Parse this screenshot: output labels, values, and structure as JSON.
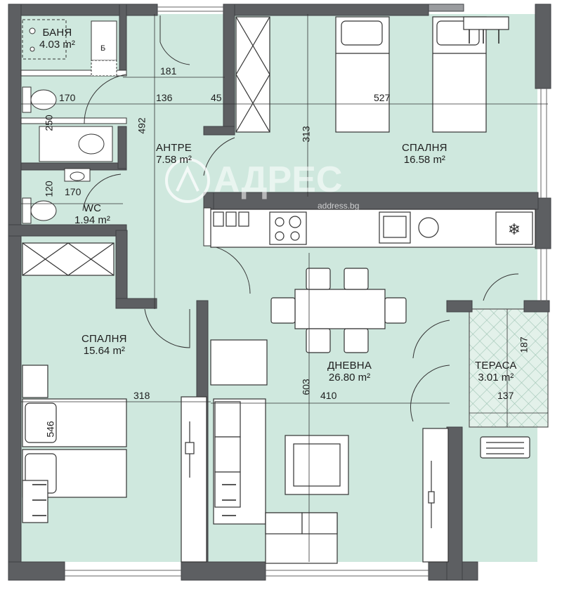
{
  "rooms": {
    "bath": {
      "name": "БАНЯ",
      "area": "4.03 m²"
    },
    "hall": {
      "name": "АНТРЕ",
      "area": "7.58 m²"
    },
    "wc": {
      "name": "WC",
      "area": "1.94 m²"
    },
    "bedroom_top": {
      "name": "СПАЛНЯ",
      "area": "16.58 m²"
    },
    "bedroom_left": {
      "name": "СПАЛНЯ",
      "area": "15.64 m²"
    },
    "living": {
      "name": "ДНЕВНА",
      "area": "26.80 m²"
    },
    "terrace": {
      "name": "ТЕРАСА",
      "area": "3.01 m²"
    }
  },
  "dimensions": {
    "d181": "181",
    "d170a": "170",
    "d136": "136",
    "d45": "45",
    "d527": "527",
    "d250": "250",
    "d492": "492",
    "d313": "313",
    "d120": "120",
    "d170b": "170",
    "d318": "318",
    "d546": "546",
    "d603": "603",
    "d410": "410",
    "d187": "187",
    "d137": "137"
  },
  "fixtures": {
    "boiler_mark": "Б"
  },
  "watermark": {
    "brand": "АДРЕС",
    "site": "address.bg"
  },
  "colors": {
    "floor": "#cfe8de",
    "wall": "#5d5f62",
    "wall_edge": "#3f4144",
    "furniture": "#ffffff",
    "line": "#333333",
    "terrace_hatch": "#9fc4b4"
  }
}
